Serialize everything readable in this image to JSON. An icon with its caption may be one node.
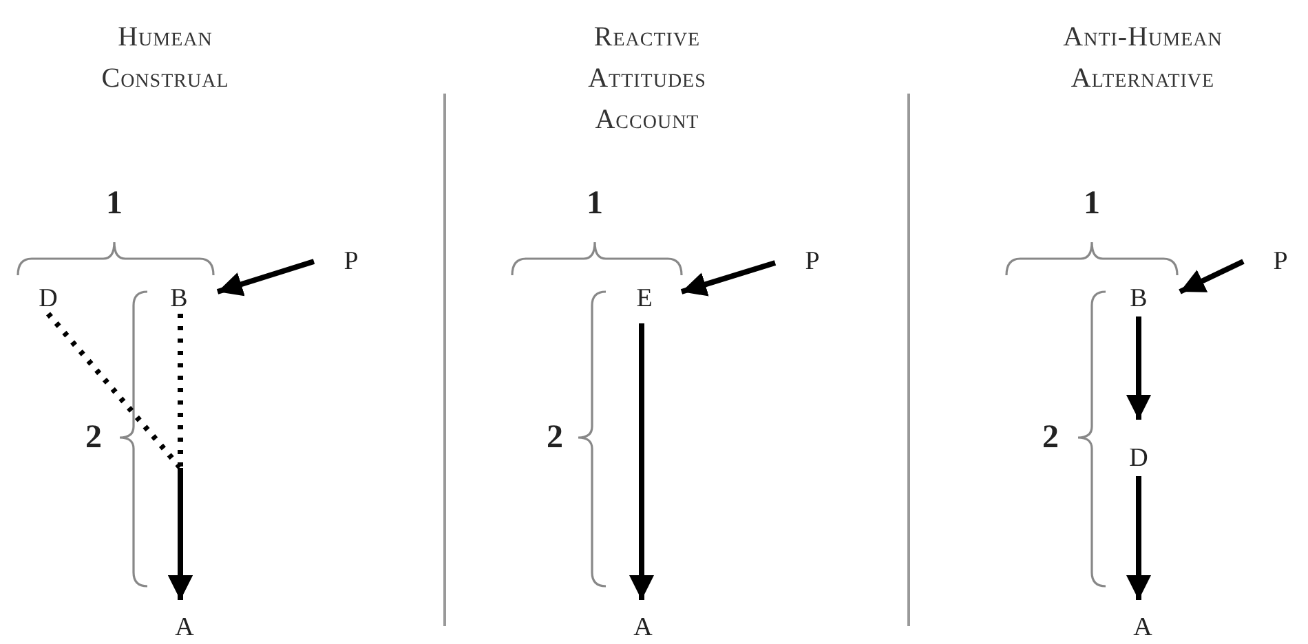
{
  "diagram": {
    "nodes": [
      {
        "text": [
          "D"
        ]
      },
      {
        "text": [
          "B"
        ]
      },
      {
        "text": [
          "A"
        ]
      },
      {
        "text": [
          "P"
        ]
      },
      {
        "text": [
          "E"
        ]
      },
      {
        "text": [
          "A"
        ]
      },
      {
        "text": [
          "P"
        ]
      },
      {
        "text": [
          "B"
        ]
      },
      {
        "text": [
          "D"
        ]
      },
      {
        "text": [
          "A"
        ]
      },
      {
        "text": [
          "P"
        ]
      }
    ],
    "edges": [
      {
        "from": 0,
        "to": 2,
        "arrow": "to",
        "style": "dashed"
      },
      {
        "from": 1,
        "to": 2,
        "arrow": "to",
        "style": "dashed"
      },
      {
        "from": 3,
        "to": 1,
        "arrow": "to"
      },
      {
        "from": 4,
        "to": 5,
        "arrow": "to"
      },
      {
        "from": 6,
        "to": 4,
        "arrow": "to"
      },
      {
        "from": 7,
        "to": 8,
        "arrow": "to"
      },
      {
        "from": 8,
        "to": 9,
        "arrow": "to"
      },
      {
        "from": 10,
        "to": 7,
        "arrow": "to"
      }
    ],
    "labels": [
      "Humean Construal",
      "1",
      "2",
      "Reactive Attitudes Account",
      "1",
      "2",
      "Anti-Humean Alternative",
      "1",
      "2"
    ]
  }
}
